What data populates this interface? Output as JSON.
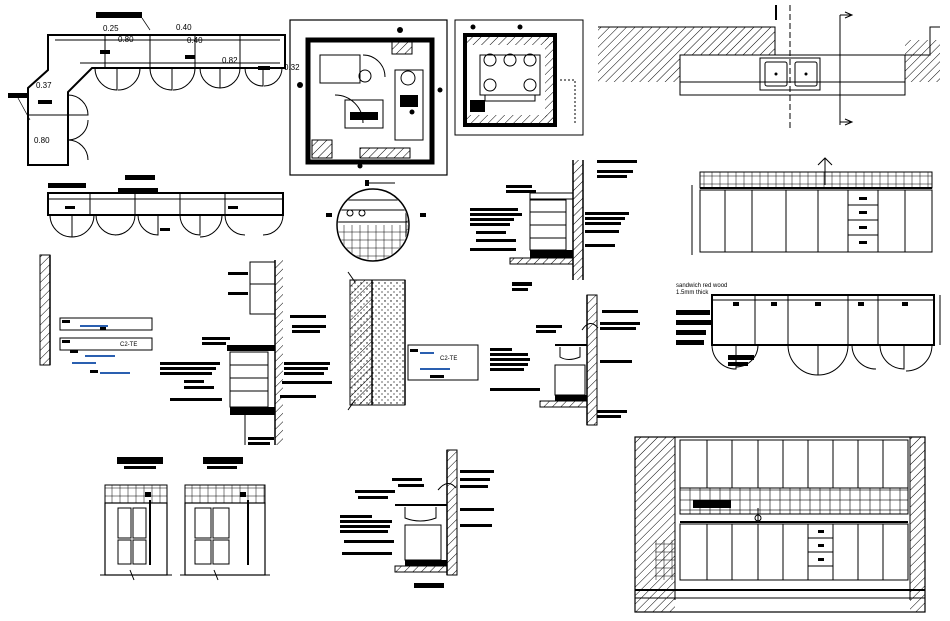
{
  "plan_top_left": {
    "dims": [
      "0.25",
      "0.40",
      "0.80",
      "0.40",
      "0.82",
      "0.32",
      "0.37",
      "0.80"
    ]
  },
  "elevation_right": {
    "material_note_1": "sandwich red wood",
    "material_note_2": "1.5mm thick"
  },
  "colors": {
    "line": "#000000",
    "blue_text": "#2a5fb0",
    "background": "#ffffff"
  }
}
